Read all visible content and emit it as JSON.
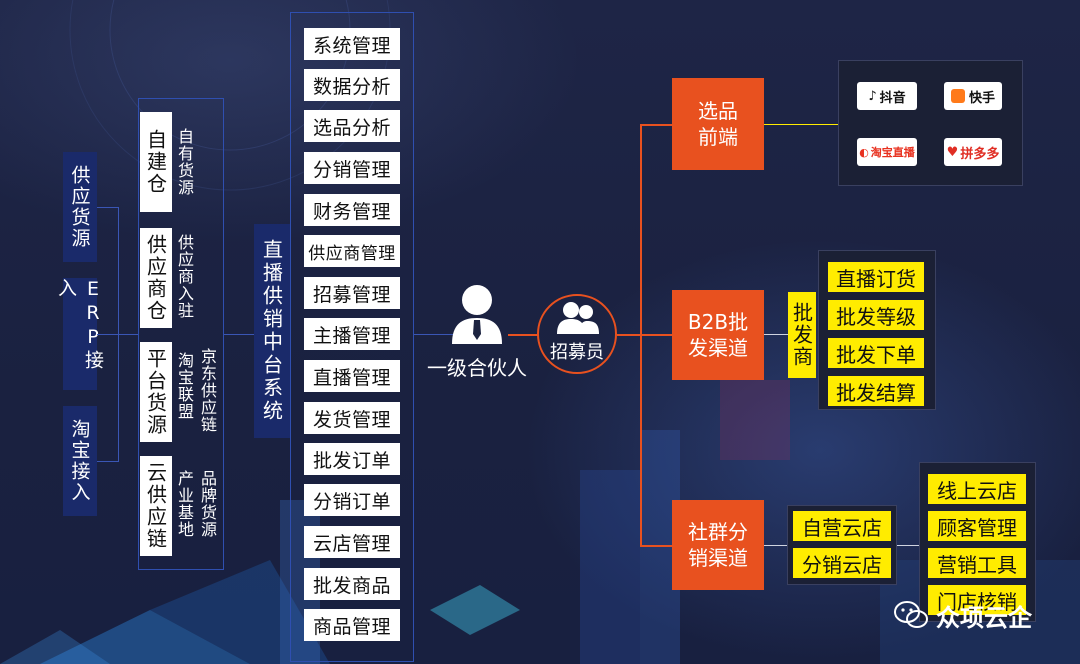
{
  "sources": {
    "items": [
      "供应货源",
      "ERP接入",
      "淘宝接入"
    ]
  },
  "warehouses": [
    {
      "label": "自建仓",
      "detail": [
        "自有货源"
      ]
    },
    {
      "label": "供应商仓",
      "detail": [
        "供应商入驻"
      ]
    },
    {
      "label": "平台货源",
      "detail": [
        "淘宝联盟",
        "京东供应链"
      ]
    },
    {
      "label": "云供应链",
      "detail": [
        "产业基地",
        "品牌货源"
      ]
    }
  ],
  "system": {
    "title": "直播供销中台系统",
    "modules": [
      "系统管理",
      "数据分析",
      "选品分析",
      "分销管理",
      "财务管理",
      "供应商管理",
      "招募管理",
      "主播管理",
      "直播管理",
      "发货管理",
      "批发订单",
      "分销订单",
      "云店管理",
      "批发商品",
      "商品管理"
    ]
  },
  "partner": {
    "label": "一级合伙人"
  },
  "recruiter": {
    "label": "招募员"
  },
  "channels": {
    "frontend": {
      "label": "选品\n前端",
      "platforms": [
        "抖音",
        "快手",
        "淘宝直播",
        "拼多多"
      ]
    },
    "b2b": {
      "label": "B2B批\n发渠道",
      "role": "批发商",
      "functions": [
        "直播订货",
        "批发等级",
        "批发下单",
        "批发结算"
      ]
    },
    "social": {
      "label": "社群分\n销渠道",
      "stores": [
        "自营云店",
        "分销云店"
      ],
      "functions": [
        "线上云店",
        "顾客管理",
        "营销工具",
        "门店核销"
      ]
    }
  },
  "watermark": {
    "text": "众项云企"
  },
  "colors": {
    "orange": "#e8511f",
    "yellow": "#ffec00",
    "navy": "#1a2a6a",
    "line_blue": "#3a56b5"
  }
}
